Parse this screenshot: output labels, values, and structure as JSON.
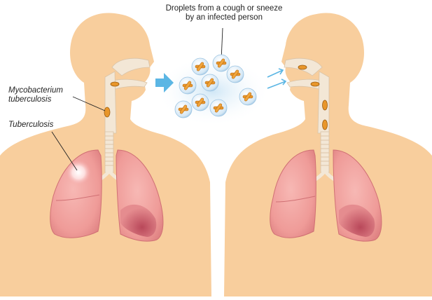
{
  "caption": {
    "line1": "Droplets from a cough or sneeze",
    "line2": "by an infected person"
  },
  "labels": {
    "mycobacterium_line1": "Mycobacterium",
    "mycobacterium_line2": "tuberculosis",
    "tuberculosis": "Tuberculosis"
  },
  "colors": {
    "skin": "#f8ce9d",
    "lung": "#f09b9b",
    "lung_dark": "#c45b63",
    "trachea": "#f3e7d6",
    "arrow": "#5bb6e4",
    "bacterium": "#e8962a",
    "droplet": "#cfe3f2"
  }
}
